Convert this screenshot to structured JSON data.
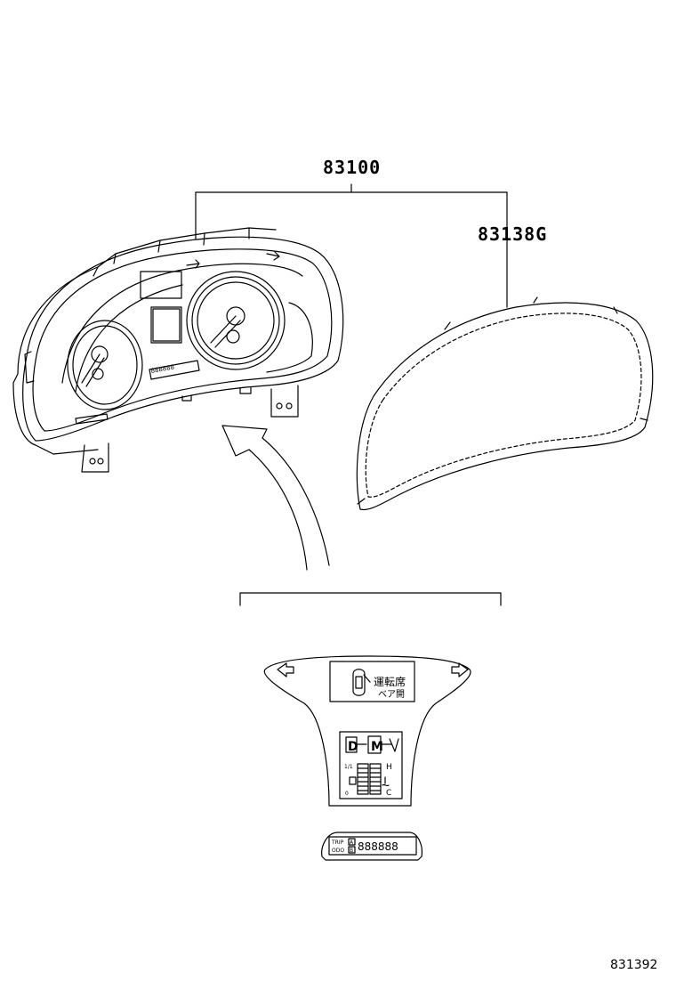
{
  "labels": {
    "assembly": "83100",
    "glass": "83138G",
    "ref": "831392"
  },
  "display": {
    "jp_line1": "運転席",
    "jp_line2": "ベア開",
    "gear_d": "D",
    "gear_m": "M",
    "fuel_full": "1/1",
    "fuel_empty": "0",
    "temp_hot": "H",
    "temp_cold": "C",
    "trip_label": "TRIP",
    "odo_label": "ODO",
    "odo_a": "A",
    "odo_b": "B",
    "odo_digits": "888888",
    "cluster_odo_digits": "888888"
  },
  "colors": {
    "line": "#000000",
    "background": "#ffffff"
  }
}
